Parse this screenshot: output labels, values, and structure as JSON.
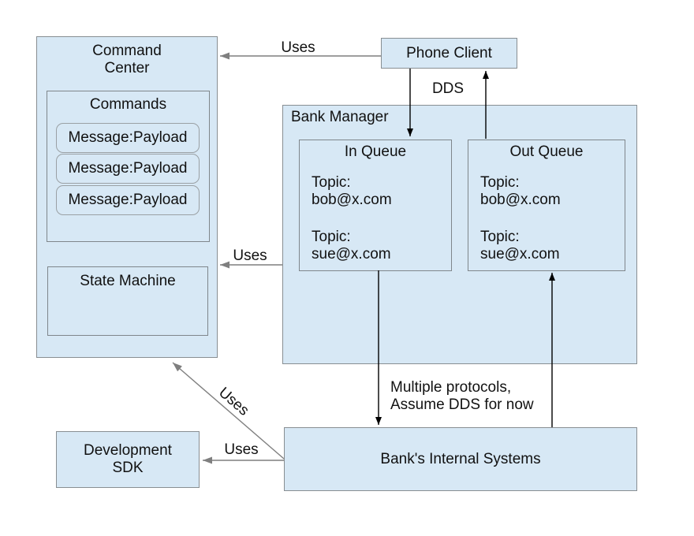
{
  "colors": {
    "box_fill": "#d7e8f5",
    "box_border": "#888e92",
    "arrow_black": "#000000",
    "arrow_gray": "#7f7f7f",
    "text": "#111111"
  },
  "nodes": {
    "command_center": {
      "title_line1": "Command",
      "title_line2": "Center"
    },
    "commands": {
      "title": "Commands",
      "messages": [
        "Message:Payload",
        "Message:Payload",
        "Message:Payload"
      ]
    },
    "state_machine": {
      "title": "State Machine"
    },
    "phone_client": {
      "title": "Phone Client"
    },
    "bank_manager": {
      "title": "Bank Manager"
    },
    "in_queue": {
      "title": "In Queue",
      "topics": [
        {
          "label": "Topic:",
          "value": "bob@x.com"
        },
        {
          "label": "Topic:",
          "value": "sue@x.com"
        }
      ]
    },
    "out_queue": {
      "title": "Out Queue",
      "topics": [
        {
          "label": "Topic:",
          "value": "bob@x.com"
        },
        {
          "label": "Topic:",
          "value": "sue@x.com"
        }
      ]
    },
    "development_sdk": {
      "title_line1": "Development",
      "title_line2": "SDK"
    },
    "bank_internal": {
      "title": "Bank's Internal Systems"
    }
  },
  "edges": {
    "uses_top": "Uses",
    "uses_mid": "Uses",
    "uses_diag": "Uses",
    "uses_sdk": "Uses",
    "dds": "DDS",
    "protocols_line1": "Multiple protocols,",
    "protocols_line2": "Assume DDS for now"
  }
}
